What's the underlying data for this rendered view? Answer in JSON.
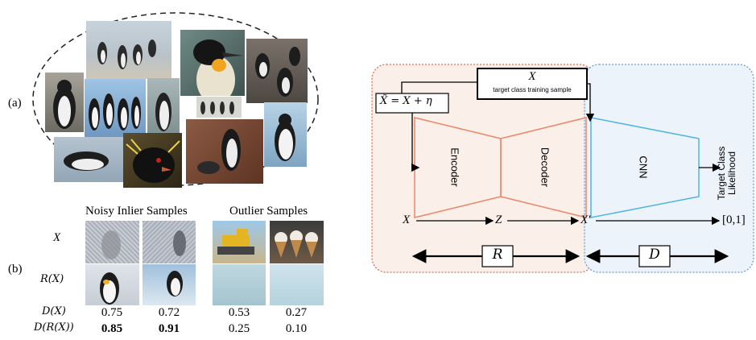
{
  "panel_a": {
    "label": "(a)"
  },
  "panel_b": {
    "label": "(b)",
    "headers": {
      "inlier": "Noisy Inlier Samples",
      "outlier": "Outlier Samples"
    },
    "row_labels": {
      "x": "X",
      "rx": "R(X)",
      "dx": "D(X)",
      "drx": "D(R(X))"
    },
    "scores": {
      "dx": [
        "0.75",
        "0.72",
        "0.53",
        "0.27"
      ],
      "drx": [
        "0.85",
        "0.91",
        "0.25",
        "0.10"
      ]
    }
  },
  "diagram": {
    "noisy_input": "X̃ = X + η",
    "target_box": {
      "symbol": "X",
      "caption": "target class training sample"
    },
    "encoder": "Encoder",
    "decoder": "Decoder",
    "cnn": "CNN",
    "output_label": "Target Class Likelihood",
    "output_line1": "Target Class",
    "output_line2": "Likelihood",
    "flow": {
      "x": "X",
      "z": "Z",
      "xprime": "X′",
      "range": "[0,1]"
    },
    "r_module": "R",
    "d_module": "D"
  },
  "colors": {
    "r_region_fill": "#fbefe9",
    "r_region_border": "#d9705a",
    "d_region_fill": "#edf3fa",
    "d_region_border": "#6a9ad6",
    "encoder_decoder": "#e8896a",
    "cnn": "#4fb6e0"
  }
}
